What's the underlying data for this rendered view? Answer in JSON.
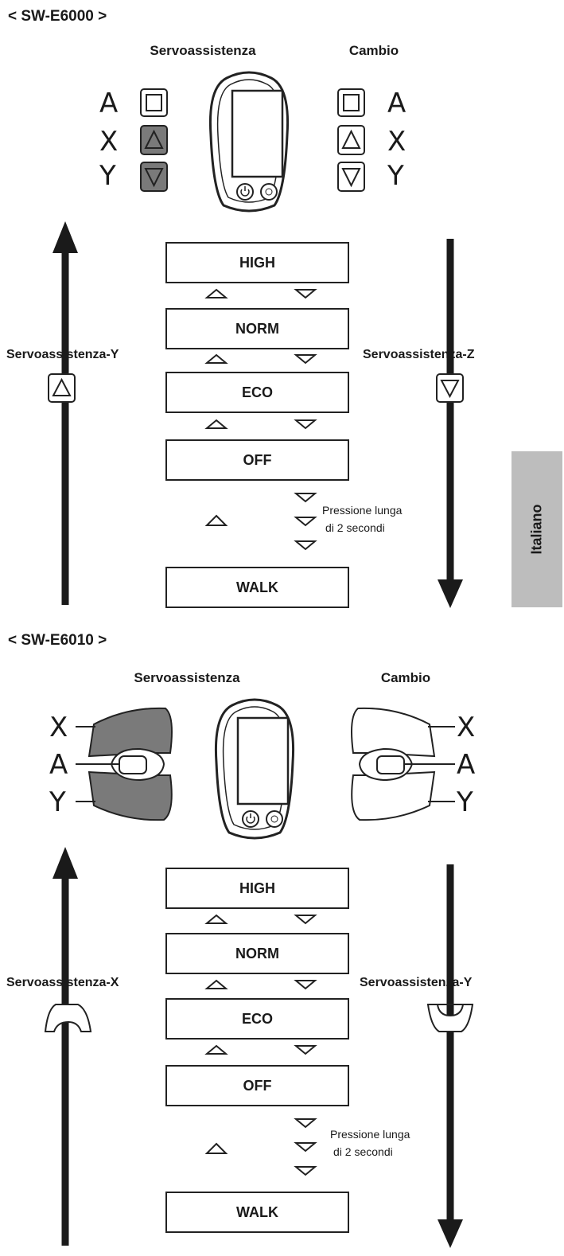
{
  "side_tab": "Italiano",
  "sections": [
    {
      "model": "< SW-E6000 >",
      "left_header": "Servoassistenza",
      "right_header": "Cambio",
      "left_letters": [
        "A",
        "X",
        "Y"
      ],
      "right_letters": [
        "A",
        "X",
        "Y"
      ],
      "up_label": "Servoassistenza-Y",
      "down_label": "Servoassistenza-Z",
      "modes": [
        "HIGH",
        "NORM",
        "ECO",
        "OFF",
        "WALK"
      ],
      "note_line1": "Pressione lunga",
      "note_line2": "di 2 secondi"
    },
    {
      "model": "< SW-E6010 >",
      "left_header": "Servoassistenza",
      "right_header": "Cambio",
      "left_letters": [
        "X",
        "A",
        "Y"
      ],
      "right_letters": [
        "X",
        "A",
        "Y"
      ],
      "up_label": "Servoassistenza-X",
      "down_label": "Servoassistenza-Y",
      "modes": [
        "HIGH",
        "NORM",
        "ECO",
        "OFF",
        "WALK"
      ],
      "note_line1": "Pressione lunga",
      "note_line2": "di 2 secondi"
    }
  ],
  "colors": {
    "pressed": "#7a7a7a",
    "tab": "#bdbdbd",
    "ink": "#1a1a1a"
  }
}
